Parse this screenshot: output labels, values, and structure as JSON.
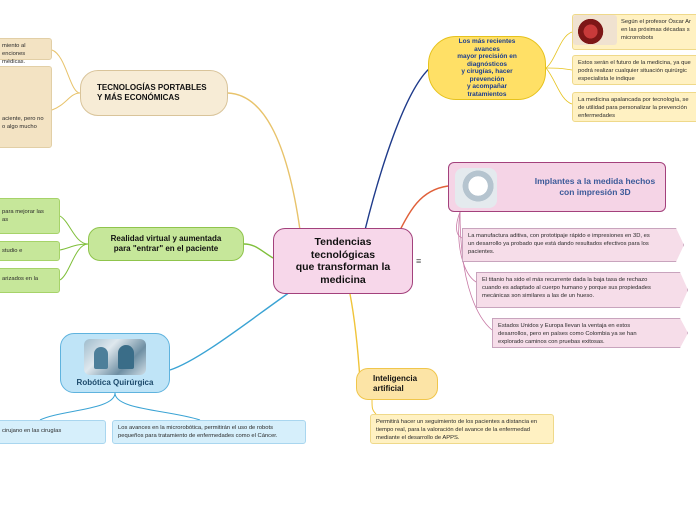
{
  "central": {
    "title": "Tendencias\ntecnológicas\nque transforman la\nmedicina"
  },
  "topics": {
    "tech": {
      "label": "TECNOLOGÍAS PORTABLES\nY MÁS ECONÓMICAS",
      "cards": [
        {
          "text": "miento al\nenciones médicas."
        },
        {
          "text": "aciente, pero no\no algo mucho"
        }
      ]
    },
    "vr": {
      "label": "Realidad virtual y aumentada\npara \"entrar\" en el paciente",
      "cards": [
        {
          "text": "para mejorar las\nas"
        },
        {
          "text": "studio e"
        },
        {
          "text": "arizados en la"
        }
      ]
    },
    "robotics": {
      "label": "Robótica Quirúrgica",
      "cards": [
        {
          "text": "cirujano en las cirugías"
        },
        {
          "text": "Los avances en la microrobótica, permitirán el uso de robots\npequeños para tratamiento de enfermedades como el Cáncer."
        }
      ]
    },
    "ai": {
      "label": "Inteligencia\nartificial",
      "cards": [
        {
          "text": "Permitirá hacer un seguimiento de los pacientes a distancia en\ntiempo real, para la valoración del avance de la enfermedad\nmediante el desarrollo de APPS."
        }
      ]
    },
    "implants": {
      "label": "Implantes a la medida hechos\ncon impresión 3D",
      "cards": [
        {
          "text": "La manufactura aditiva, con prototipaje rápido e impresiones en 3D, es\nun desarrollo ya probado que está dando resultados efectivos para los\npacientes."
        },
        {
          "text": "El titanio ha sido el más recurrente dada la baja tasa de rechazo\ncuando es adaptado al cuerpo humano y porque sus propiedades\nmecánicas son similares a las de un hueso."
        },
        {
          "text": "Estados Unidos y Europa llevan la ventaja en estos\ndesarrollos, pero en países como Colombia ya se han\nexplorado caminos con pruebas exitosas."
        }
      ]
    },
    "trends": {
      "label": "Los más recientes\navances\nmayor precisión en\ndiagnósticos\ny cirugías, hacer\nprevención\ny acompañar\ntratamientos",
      "cards": [
        {
          "text": "Según el profesor Óscar Ar\nen las próximas décadas s\nmicrorrobots"
        },
        {
          "text": "Estos serán el futuro de la medicina, ya que\npodrá realizar cualquier situación quirúrgic\nespecialista le indique"
        },
        {
          "text": "La medicina apalancada por tecnología, se\nde utilidad para personalizar la prevención\nenfermedades"
        }
      ]
    }
  },
  "icons": {
    "menu": "≡"
  },
  "colors": {
    "center": "#f7d7ea",
    "tech": "#f7ecd6",
    "vr": "#c6e79a",
    "robotics": "#bfe4f7",
    "ai": "#fce4a6",
    "implants": "#f5d4e6",
    "trends": "#ffe066",
    "link_tech": "#e8c36b",
    "link_vr": "#7fbf3a",
    "link_robotics": "#3aa3d4",
    "link_ai": "#f0c43a",
    "link_implants": "#e0603a",
    "link_trends": "#1e3a8a"
  }
}
